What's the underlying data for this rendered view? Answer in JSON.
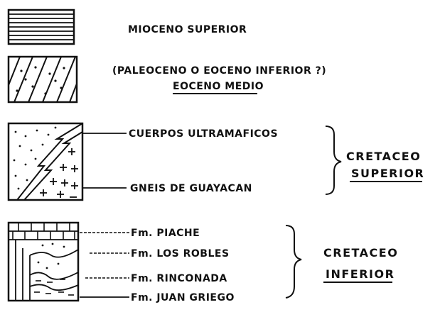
{
  "legend": {
    "mioceno": {
      "label": "MIOCENO SUPERIOR"
    },
    "eoceno": {
      "label_line1": "(PALEOCENO O EOCENO INFERIOR ?)",
      "label_line2": "EOCENO MEDIO"
    },
    "cretaceo_superior": {
      "units": [
        "CUERPOS ULTRAMAFICOS",
        "GNEIS DE GUAYACAN"
      ],
      "group_line1": "CRETACEO",
      "group_line2": "SUPERIOR"
    },
    "cretaceo_inferior": {
      "units": [
        "Fm. PIACHE",
        "Fm. LOS ROBLES",
        "Fm. RINCONADA",
        "Fm. JUAN GRIEGO"
      ],
      "group_line1": "CRETACEO",
      "group_line2": "INFERIOR"
    }
  }
}
